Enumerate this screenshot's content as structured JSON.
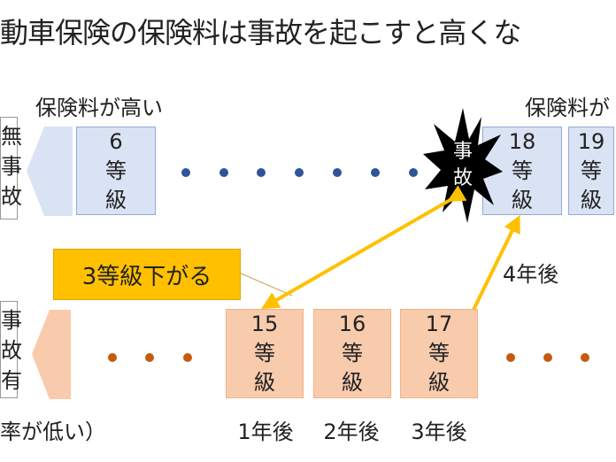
{
  "title": "動車保険の保険料は事故を起こすと高くな",
  "labels": {
    "high_premium": "保険料が高い",
    "low_premium_partial": "保険料が",
    "low_rate_partial": "率が低い）",
    "no_accident": "無事故",
    "accident": "事故有",
    "accident_burst": "事故",
    "down_three": "3等級下がる",
    "after_4": "4年後"
  },
  "top_row": [
    {
      "num": "6",
      "unit": "等",
      "unit2": "級"
    },
    {
      "num": "18",
      "unit": "等",
      "unit2": "級"
    },
    {
      "num": "19",
      "unit": "等",
      "unit2": "級"
    }
  ],
  "bottom_row": [
    {
      "num": "15",
      "unit": "等",
      "unit2": "級",
      "caption": "1年後"
    },
    {
      "num": "16",
      "unit": "等",
      "unit2": "級",
      "caption": "2年後"
    },
    {
      "num": "17",
      "unit": "等",
      "unit2": "級",
      "caption": "3年後"
    }
  ],
  "colors": {
    "blue_fill": "#dae3f3",
    "peach_fill": "#f8cbad",
    "accent": "#ffc000",
    "blue_dot": "#2f5597",
    "orange_dot": "#c55a11"
  }
}
